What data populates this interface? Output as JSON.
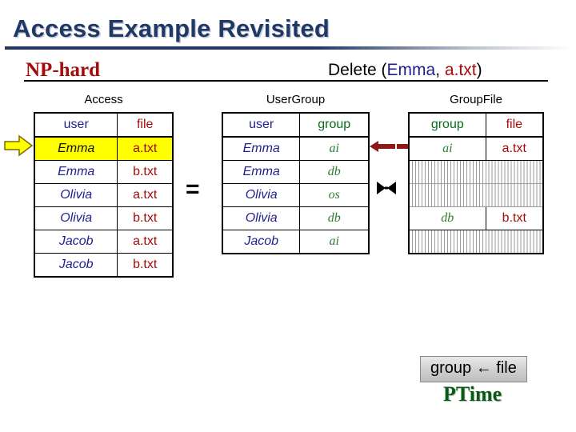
{
  "slide": {
    "title": "Access Example Revisited"
  },
  "header": {
    "complexity_left": "NP-hard",
    "operation_prefix": "Delete (",
    "operation_user": "Emma",
    "operation_sep": ", ",
    "operation_file": "a.txt",
    "operation_suffix": ")",
    "colors": {
      "title": "#1F3864",
      "np_hard": "#A50B0B",
      "user": "#1F1F8F",
      "file": "#A50B0B",
      "group": "#0A6B18",
      "highlight": "#FFFF00",
      "ptime": "#0A5A16"
    }
  },
  "tables": {
    "access": {
      "caption": "Access",
      "columns": [
        "user",
        "file"
      ],
      "rows": [
        {
          "user": "Emma",
          "file": "a.txt",
          "highlight": true
        },
        {
          "user": "Emma",
          "file": "b.txt",
          "highlight": false
        },
        {
          "user": "Olivia",
          "file": "a.txt",
          "highlight": false
        },
        {
          "user": "Olivia",
          "file": "b.txt",
          "highlight": false
        },
        {
          "user": "Jacob",
          "file": "a.txt",
          "highlight": false
        },
        {
          "user": "Jacob",
          "file": "b.txt",
          "highlight": false
        }
      ]
    },
    "usergroup": {
      "caption": "UserGroup",
      "columns": [
        "user",
        "group"
      ],
      "rows": [
        {
          "user": "Emma",
          "group": "ai"
        },
        {
          "user": "Emma",
          "group": "db"
        },
        {
          "user": "Olivia",
          "group": "os"
        },
        {
          "user": "Olivia",
          "group": "db"
        },
        {
          "user": "Jacob",
          "group": "ai"
        }
      ]
    },
    "groupfile": {
      "caption": "GroupFile",
      "columns": [
        "group",
        "file"
      ],
      "rows": [
        {
          "group": "ai",
          "file": "a.txt",
          "hatched": false
        },
        {
          "group": "",
          "file": "",
          "hatched": true
        },
        {
          "group": "",
          "file": "",
          "hatched": true
        },
        {
          "group": "db",
          "file": "b.txt",
          "hatched": false
        },
        {
          "group": "",
          "file": "",
          "hatched": true
        }
      ]
    }
  },
  "operators": {
    "equals": "=",
    "join": "join-bowtie"
  },
  "annotations": {
    "pointer_row_icon": "yellow-right-arrow",
    "propagate_left_icon": "red-left-arrow",
    "propagate_right_icon": "red-right-arrow"
  },
  "footer": {
    "constraint": "group ← file",
    "complexity": "PTime"
  }
}
